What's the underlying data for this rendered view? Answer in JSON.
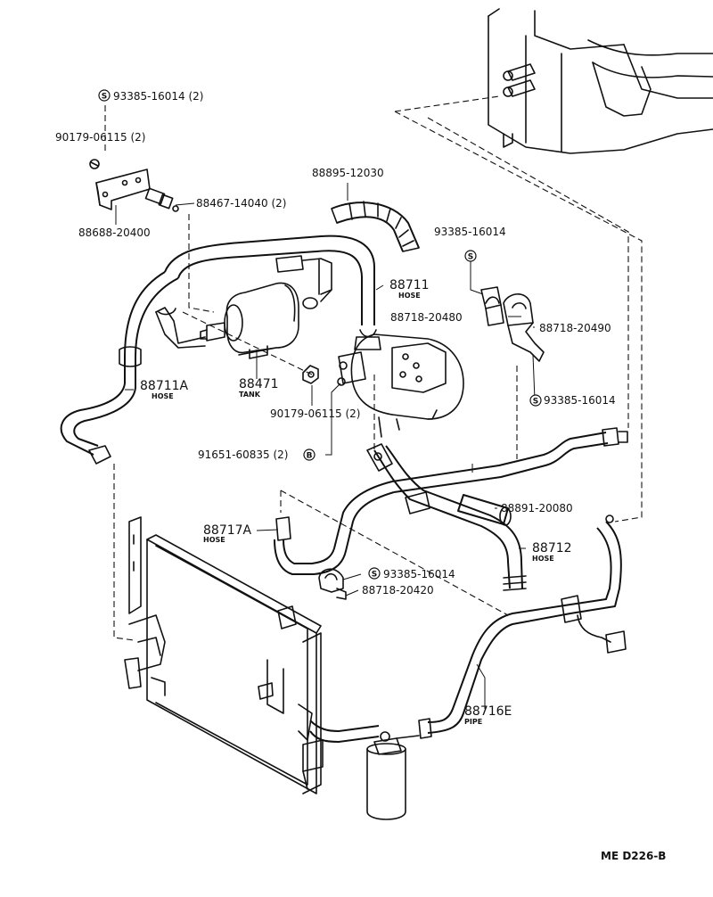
{
  "labels": {
    "p_93385_top": "93385-16014 (2)",
    "p_90179_top": "90179-06115 (2)",
    "p_88688": "88688-20400",
    "p_88467": "88467-14040 (2)",
    "p_88895": "88895-12030",
    "p_93385_mid": "93385-16014",
    "p_88711": "88711",
    "p_88711_sub": "HOSE",
    "p_88718_480": "88718-20480",
    "p_88718_490": "88718-20490",
    "p_88711a": "88711A",
    "p_88711a_sub": "HOSE",
    "p_88471": "88471",
    "p_88471_sub": "TANK",
    "p_93385_right": "93385-16014",
    "p_90179_mid": "90179-06115 (2)",
    "p_91651": "91651-60835 (2)",
    "p_88891": "88891-20080",
    "p_88717a": "88717A",
    "p_88717a_sub": "HOSE",
    "p_88712": "88712",
    "p_88712_sub": "HOSE",
    "p_93385_low": "93385-16014",
    "p_88718_420": "88718-20420",
    "p_88716e": "88716E",
    "p_88716e_sub": "PIPE",
    "diagram_code": "ME D226-B"
  },
  "symbols": {
    "s_mark": "S",
    "b_mark": "B"
  }
}
